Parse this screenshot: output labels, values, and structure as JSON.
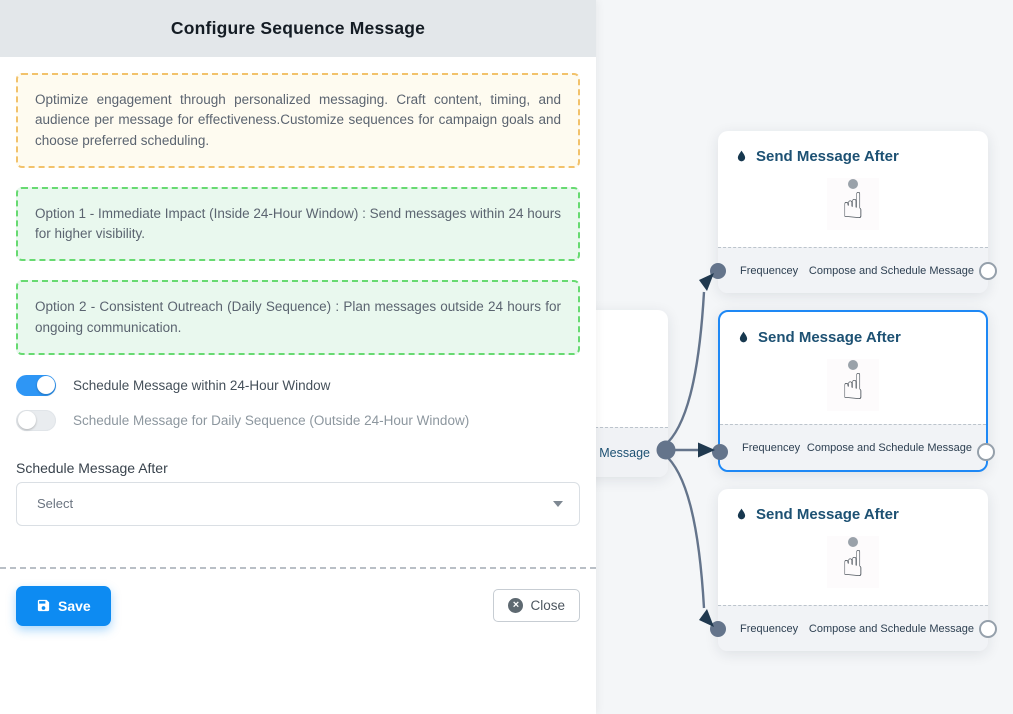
{
  "panel": {
    "title": "Configure Sequence Message",
    "info_box": "Optimize engagement through personalized messaging. Craft content, timing, and audience per message for effectiveness.Customize sequences for campaign goals and choose preferred scheduling.",
    "options": [
      {
        "text": "Option 1 - Immediate Impact (Inside 24-Hour Window) : Send messages within 24 hours for higher visibility."
      },
      {
        "text": "Option 2 - Consistent Outreach (Daily Sequence) : Plan messages outside 24 hours for ongoing communication."
      }
    ],
    "toggles": [
      {
        "label": "Schedule Message within 24-Hour Window",
        "state": "on"
      },
      {
        "label": "Schedule Message for Daily Sequence (Outside 24-Hour Window)",
        "state": "off"
      }
    ],
    "schedule_after": {
      "label": "Schedule Message After",
      "placeholder": "Select"
    },
    "footer": {
      "save_label": "Save",
      "close_label": "Close"
    }
  },
  "canvas": {
    "partial_node": {
      "footer_label": "ce Message"
    },
    "nodes": [
      {
        "title": "Send Message After",
        "left_port": "Frequencey",
        "right_port": "Compose and Schedule Message",
        "selected": false
      },
      {
        "title": "Send Message After",
        "left_port": "Frequencey",
        "right_port": "Compose and Schedule Message",
        "selected": true
      },
      {
        "title": "Send Message After",
        "left_port": "Frequencey",
        "right_port": "Compose and Schedule Message",
        "selected": false
      }
    ]
  },
  "icons": {
    "droplet": "droplet-icon",
    "tap_hand": "tap-hand-icon",
    "save": "save-icon",
    "close": "close-circle-icon",
    "chevron": "chevron-down-icon"
  },
  "colors": {
    "accent_blue": "#0d8bf2",
    "toggle_on": "#2e96f5",
    "selected_node_border": "#1e88f5",
    "warning_border": "#f2c26b",
    "warning_bg": "#fefbf0",
    "success_border": "#67da71",
    "success_bg": "#e9f8ee",
    "edge_gray": "#64748b",
    "arrow_navy": "#20394f",
    "node_title_navy": "#1d5173",
    "header_bg": "#e3e7ea",
    "canvas_bg": "#f4f6f8"
  }
}
